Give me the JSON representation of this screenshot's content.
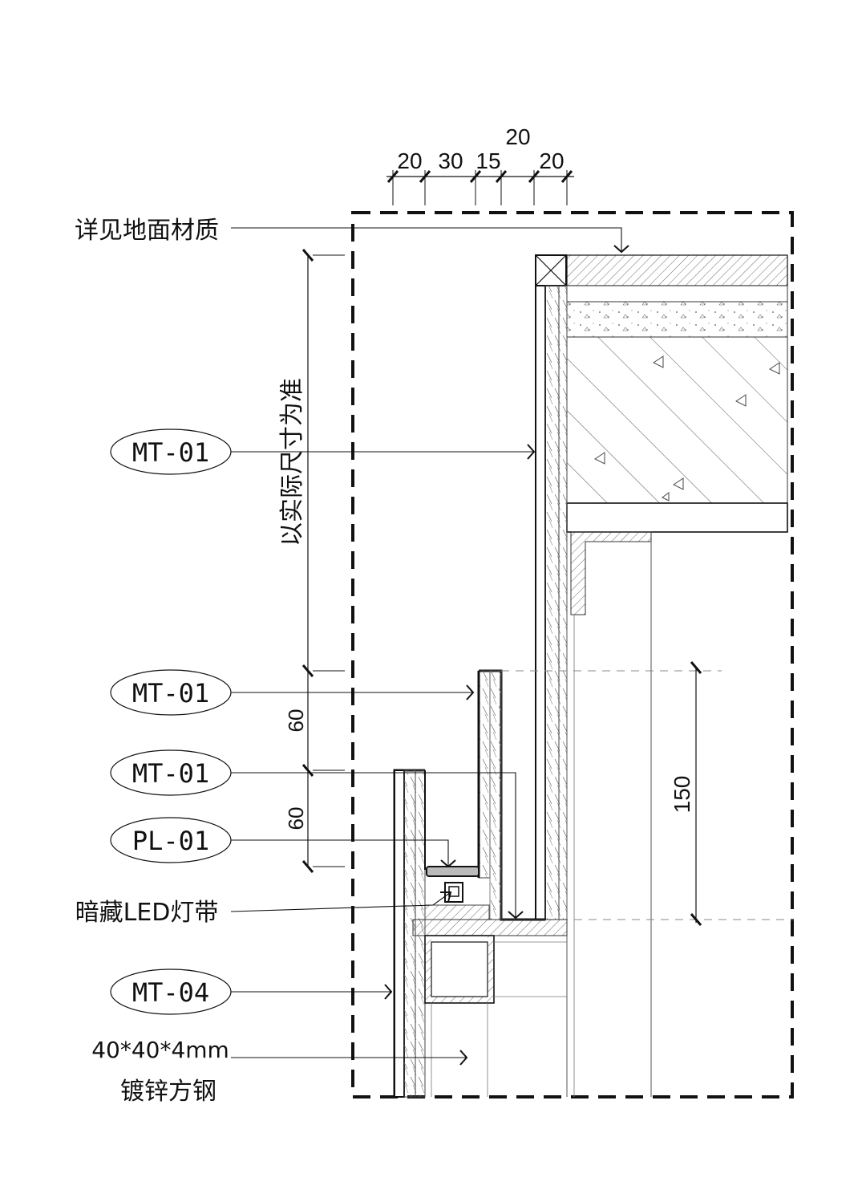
{
  "top_dimensions": {
    "stack_top": "20",
    "d1": "20",
    "d2": "30",
    "d3": "15",
    "d4": "20"
  },
  "side_dimensions": {
    "vertical_note": "以实际尺寸为准",
    "upper_60": "60",
    "lower_60": "60",
    "right_150": "150"
  },
  "annotations": {
    "floor_material": "详见地面材质",
    "tag_mt01_a": "MT-01",
    "tag_mt01_b": "MT-01",
    "tag_mt01_c": "MT-01",
    "tag_pl01": "PL-01",
    "led_strip": "暗藏LED灯带",
    "tag_mt04": "MT-04",
    "steel_size": "40*40*4mm",
    "steel_name": "镀锌方钢"
  }
}
